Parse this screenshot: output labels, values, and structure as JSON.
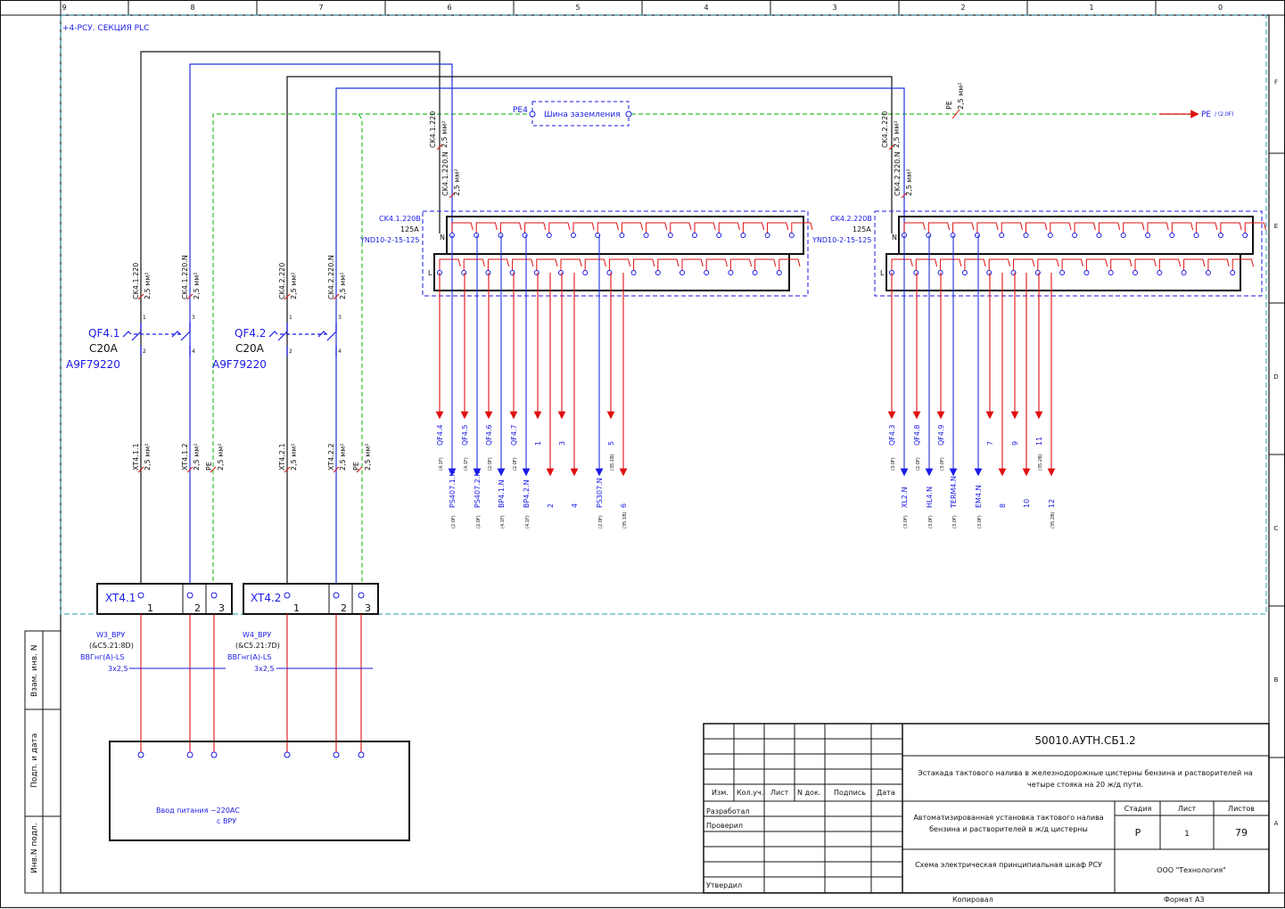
{
  "frame": {
    "columns": [
      "9",
      "8",
      "7",
      "6",
      "5",
      "4",
      "3",
      "2",
      "1",
      "0"
    ],
    "rows": [
      "F",
      "E",
      "D",
      "C",
      "B",
      "A"
    ],
    "side_labels": [
      "Взам. инв. N",
      "Подп. и дата",
      "Инв.N подл."
    ]
  },
  "section_title": "+4-РСУ. СЕКЦИЯ PLC",
  "pe_bus": {
    "label": "Шина заземления",
    "left_tag": "PE4",
    "right_tag": "PE",
    "right_ref": "/ (2.0F)",
    "wire_tag": "PE",
    "wire_size": "2,5 мм²"
  },
  "wire_size": "2,5 мм²",
  "breakers": [
    {
      "name": "QF4.1",
      "rating": "C20A",
      "article": "A9F79220",
      "top_wires": [
        "CK4.1.220",
        "CK4.1.220.N"
      ],
      "bottom_wires": [
        "XT4.1.1",
        "XT4.1.2",
        "PE"
      ]
    },
    {
      "name": "QF4.2",
      "rating": "C20A",
      "article": "A9F79220",
      "top_wires": [
        "CK4.2.220",
        "CK4.2.220.N"
      ],
      "bottom_wires": [
        "XT4.2.1",
        "XT4.2.2",
        "PE"
      ]
    }
  ],
  "terminals": [
    {
      "name": "XT4.1",
      "pins": [
        "1",
        "2",
        "3"
      ]
    },
    {
      "name": "XT4.2",
      "pins": [
        "1",
        "2",
        "3"
      ]
    }
  ],
  "cables": [
    {
      "name": "W3_ВРУ",
      "ref": "(&C5.21:8D)",
      "type": "ВВГнг(А)-LS",
      "cores": "3x2,5"
    },
    {
      "name": "W4_ВРУ",
      "ref": "(&C5.21:7D)",
      "type": "ВВГнг(А)-LS",
      "cores": "3x2,5"
    }
  ],
  "power_input": {
    "line1": "Ввод питания ~220AC",
    "line2": "с ВРУ"
  },
  "busbars": [
    {
      "name": "CK4.1.220B",
      "current": "125A",
      "article": "YND10-2-15-125",
      "in_wires": [
        "CK4.1.220",
        "CK4.1.220.N"
      ],
      "outputs_top": [
        "QF4.4",
        "QF4.5",
        "QF4.6",
        "QF4.7",
        "1",
        "3",
        "5"
      ],
      "refs_top": [
        "(4.1F)",
        "(4.1F)",
        "(2.0F)",
        "(2.0F)",
        "",
        "",
        "(35.1B)"
      ],
      "outputs_bottom": [
        "PS407.1.N",
        "PS407.2.N",
        "BP4.1.N",
        "BP4.2.N",
        "2",
        "4",
        "PS307.N",
        "6"
      ],
      "refs_bottom": [
        "(2.0F)",
        "(2.0F)",
        "(4.1F)",
        "(4.1F)",
        "",
        "",
        "(2.0F)",
        "(35.1B)"
      ]
    },
    {
      "name": "CK4.2.220B",
      "current": "125A",
      "article": "YND10-2-15-125",
      "in_wires": [
        "CK4.2.220",
        "CK4.2.220.N"
      ],
      "outputs_top": [
        "QF4.3",
        "QF4.8",
        "QF4.9",
        "7",
        "9",
        "11"
      ],
      "refs_top": [
        "(3.0F)",
        "(2.0F)",
        "(3.0F)",
        "",
        "",
        "(35.2B)"
      ],
      "outputs_bottom": [
        "XL2.N",
        "HL4.N",
        "TERM4.N",
        "EM4.N",
        "8",
        "10",
        "12"
      ],
      "refs_bottom": [
        "(3.0F)",
        "(3.0F)",
        "(3.0F)",
        "(3.0F)",
        "",
        "",
        "(35.2B)"
      ]
    }
  ],
  "title_block": {
    "doc_number": "50010.АУТН.СБ1.2",
    "project": "Эстакада тактового налива в железнодорожные цистерны бензина и растворителей на четыре стояка на 20 ж/д пути.",
    "system": "Автоматизированная установка тактового налива бензина и растворителей в ж/д цистерны",
    "sheet_title": "Схема электрическая принципиальная шкаф РСУ",
    "company": "ООО \"Технология\"",
    "col_headers": [
      "Изм.",
      "Кол.уч.",
      "Лист",
      "N док.",
      "Подпись",
      "Дата"
    ],
    "roles": [
      "Разработал",
      "Проверил",
      "",
      "",
      "Утвердил"
    ],
    "stage_label": "Стадия",
    "sheet_label": "Лист",
    "sheets_label": "Листов",
    "stage": "Р",
    "sheet": "1",
    "sheets": "79",
    "copied": "Копировал",
    "format": "Формат  А3"
  }
}
